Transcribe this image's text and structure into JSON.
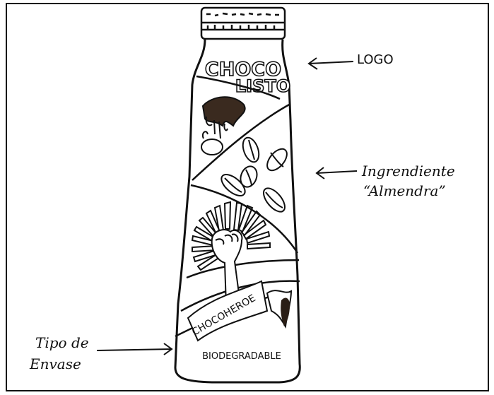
{
  "diagram": {
    "bottle": {
      "logo_line1": "CHOCO",
      "logo_line2": "LISTO",
      "banner_text": "CHOCOHEROE",
      "material_text": "BIODEGRADABLE"
    },
    "annotations": {
      "logo_label": "LOGO",
      "ingredient_line1": "Ingrendiente",
      "ingredient_line2": "“Almendra”",
      "container_line1": "Tipo de",
      "container_line2": "Envase"
    }
  }
}
